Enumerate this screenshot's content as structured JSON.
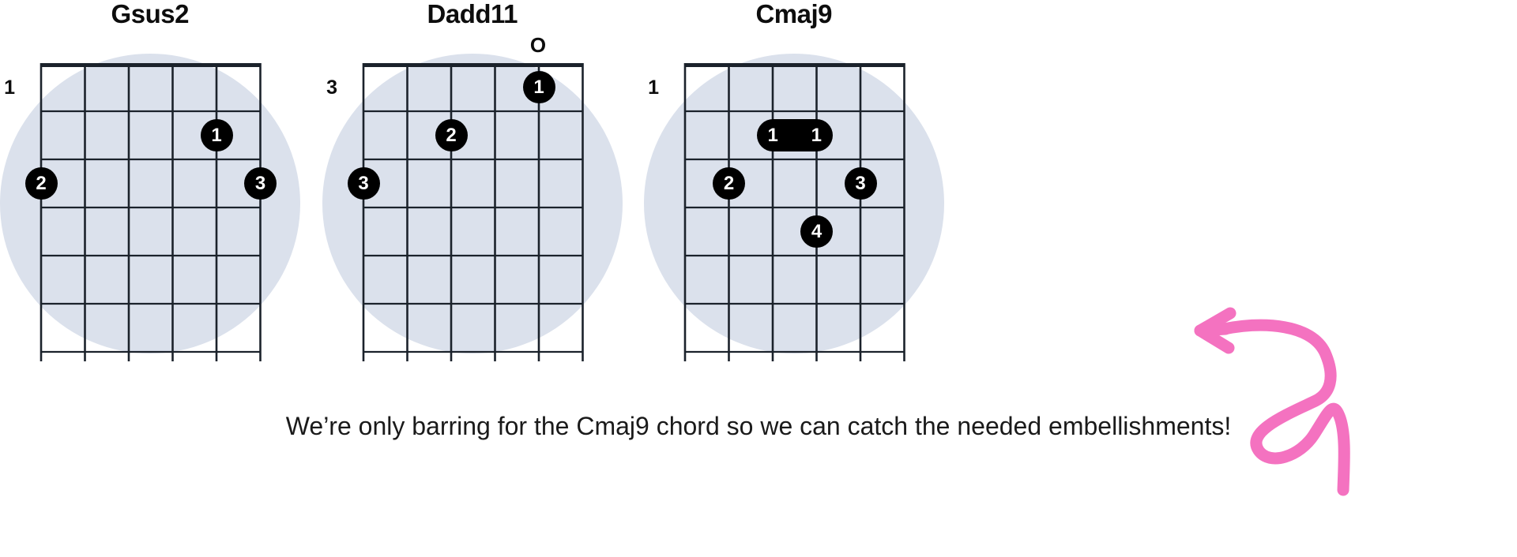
{
  "page": {
    "background_color": "#ffffff",
    "halo_color": "#dbe1ec",
    "dot_color": "#000000",
    "dot_text_color": "#ffffff",
    "grid_line_color": "#1b222b",
    "accent_arrow_color": "#f472c0"
  },
  "caption": {
    "text": "We’re only barring for the Cmaj9 chord so we can catch the needed embellishments!"
  },
  "arrow": {
    "name": "hand-drawn-curly-arrow-left",
    "color": "#f472c0"
  },
  "chords": [
    {
      "name": "Gsus2",
      "start_fret_label": "1",
      "strings": 6,
      "frets": 6,
      "open_markers": [],
      "dots": [
        {
          "finger": "1",
          "string": 2,
          "fret": 2
        },
        {
          "finger": "2",
          "string": 6,
          "fret": 3
        },
        {
          "finger": "3",
          "string": 1,
          "fret": 3
        }
      ],
      "barres": []
    },
    {
      "name": "Dadd11",
      "start_fret_label": "3",
      "strings": 6,
      "frets": 6,
      "open_markers": [
        {
          "string": 2,
          "symbol": "O"
        }
      ],
      "dots": [
        {
          "finger": "1",
          "string": 2,
          "fret": 1
        },
        {
          "finger": "2",
          "string": 4,
          "fret": 2
        },
        {
          "finger": "3",
          "string": 6,
          "fret": 3
        }
      ],
      "barres": []
    },
    {
      "name": "Cmaj9",
      "start_fret_label": "1",
      "strings": 6,
      "frets": 6,
      "open_markers": [],
      "dots": [
        {
          "finger": "2",
          "string": 5,
          "fret": 3
        },
        {
          "finger": "3",
          "string": 2,
          "fret": 3
        },
        {
          "finger": "4",
          "string": 3,
          "fret": 4
        }
      ],
      "barres": [
        {
          "fingers": [
            "1",
            "1"
          ],
          "from_string": 4,
          "to_string": 3,
          "fret": 2
        }
      ]
    }
  ]
}
